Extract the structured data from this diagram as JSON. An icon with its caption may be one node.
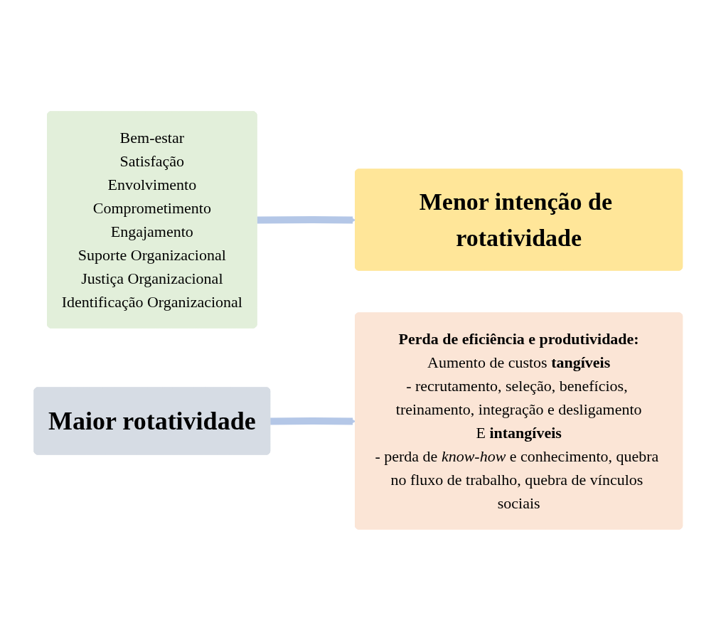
{
  "diagram": {
    "nodes": [
      {
        "text": [
          "Bem-estar",
          "Satisfação",
          "Envolvimento",
          "Comprometimento",
          "Engajamento",
          "Suporte Organizacional",
          "Justiça Organizacional",
          "Identificação Organizacional"
        ]
      },
      {
        "text": [
          "Menor intenção de rotatividade"
        ]
      },
      {
        "text": [
          "Maior rotatividade"
        ]
      },
      {
        "text": [
          "Perda de eficiência e produtividade:",
          "Aumento de custos **tangíveis**",
          "- recrutamento, seleção, benefícios, treinamento, integração e desligamento",
          "E **intangíveis**",
          "- perda de *know-how* e conhecimento, quebra no fluxo de trabalho, quebra de vínculos sociais"
        ]
      }
    ],
    "edges": [
      {
        "from": 0,
        "to": 1,
        "arrow": "to"
      },
      {
        "from": 2,
        "to": 3,
        "arrow": "to"
      }
    ]
  }
}
